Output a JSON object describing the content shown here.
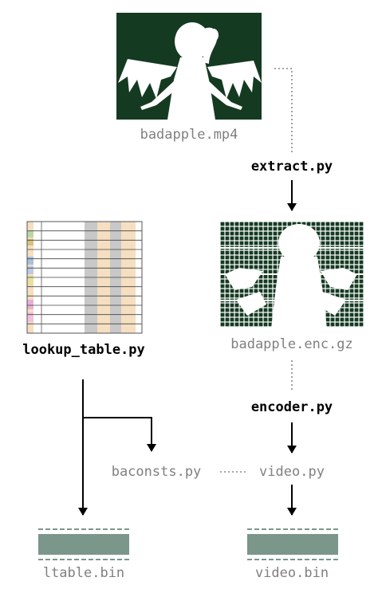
{
  "nodes": {
    "source_video": "badapple.mp4",
    "extract_script": "extract.py",
    "encoded_frames": "badapple.enc.gz",
    "encoder_script": "encoder.py",
    "lookup_script": "lookup_table.py",
    "constants_module": "baconsts.py",
    "video_module": "video.py",
    "lookup_binary": "ltable.bin",
    "video_binary": "video.bin"
  },
  "colors": {
    "dark_green": "#153a22",
    "binary_fill": "#7b968a",
    "table_tan": "#f5dfc0",
    "table_grey": "#c8c8c8"
  },
  "icons": {
    "source_video": "silhouette-thumbnail-icon",
    "encoded_frames": "pixel-grid-thumbnail-icon",
    "lookup_script": "table-thumbnail-icon",
    "binaries": "binary-file-icon"
  }
}
